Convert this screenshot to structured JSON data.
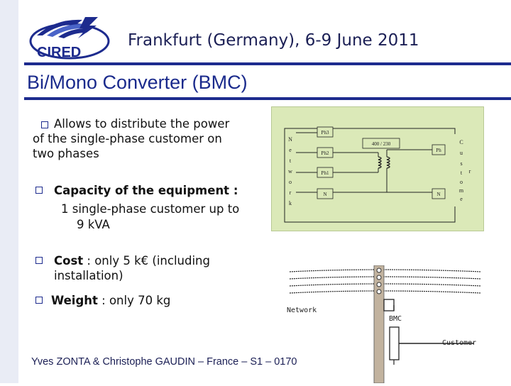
{
  "header": {
    "conference": "Frankfurt (Germany), 6-9 June 2011",
    "logo_text": "CIRED"
  },
  "title": "Bi/Mono Converter (BMC)",
  "bullets": [
    {
      "line1": "Allows to distribute the power",
      "line2": "of the single-phase customer on",
      "line3": "two phases"
    },
    {
      "label": "Capacity of the equipment :",
      "line2": "1 single-phase customer up to",
      "line3": "9 kVA"
    },
    {
      "label": "Cost",
      "rest": " :  only  5  k€  (including",
      "line2": "installation)"
    },
    {
      "label": "Weight",
      "rest": " :  only 70 kg"
    }
  ],
  "footer": "Yves ZONTA & Christophe GAUDIN – France – S1 – 0170",
  "diagram": {
    "network_letters": [
      "N",
      "e",
      "t",
      "w",
      "o",
      "r",
      "k"
    ],
    "customer_letters": [
      "C",
      "u",
      "s",
      "t",
      "o",
      "m",
      "e"
    ],
    "ph3": "Ph3",
    "ph2": "Ph2",
    "ph1": "Ph1",
    "n_left": "N",
    "n_right": "N",
    "ratio": "400 / 230",
    "ph_out": "Ph",
    "stray_r": "r"
  },
  "network_fig": {
    "network_label": "Network",
    "bmc_label": "BMC",
    "customer_label": "Customer"
  },
  "colors": {
    "accent": "#1d2b8e",
    "title": "#1a2a8c",
    "diagram_bg": "#dbe9b8"
  }
}
